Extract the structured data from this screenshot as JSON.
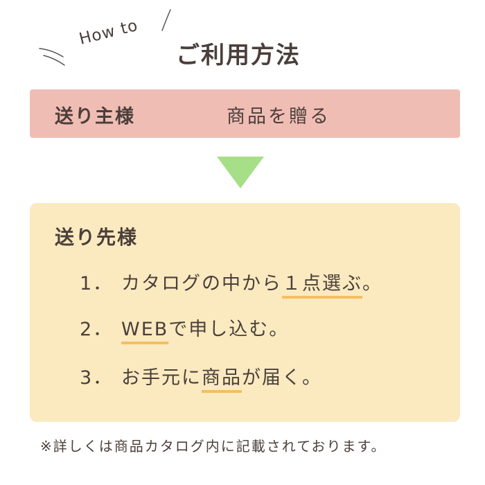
{
  "header": {
    "howto": "How to",
    "title": "ご利用方法"
  },
  "sender": {
    "label": "送り主様",
    "action": "商品を贈る",
    "color": "#f0bdb5"
  },
  "arrow": {
    "icon": "down-triangle-icon",
    "color": "#a6df87"
  },
  "recipient": {
    "title": "送り先様",
    "color": "#fbeac0",
    "steps": [
      {
        "num": "1．",
        "before": "カタログの中から",
        "highlight": "１点選ぶ",
        "after": "。"
      },
      {
        "num": "2．",
        "before": "",
        "highlight": "WEB",
        "after": "で申し込む。"
      },
      {
        "num": "3．",
        "before": "お手元に",
        "highlight": "商品",
        "after": "が届く。"
      }
    ],
    "highlight_color": "#f5bd63"
  },
  "footnote": "※詳しくは商品カタログ内に記載されております。"
}
